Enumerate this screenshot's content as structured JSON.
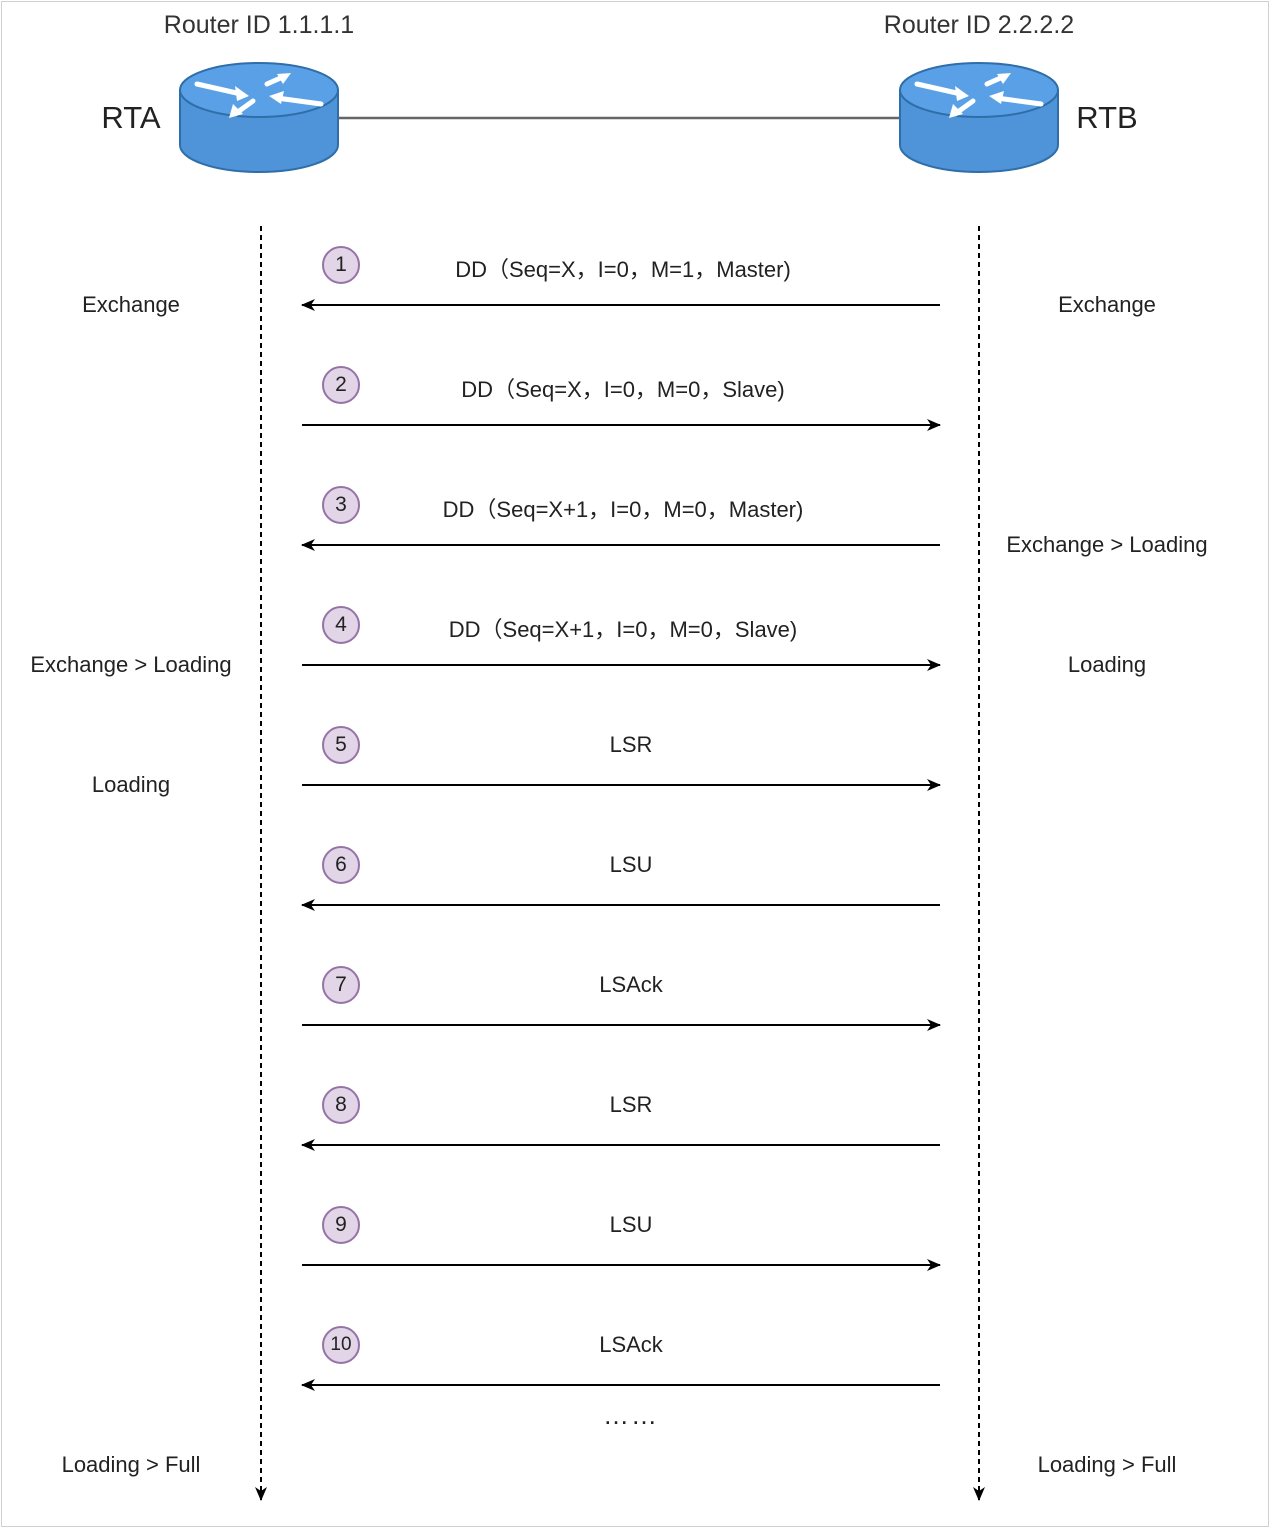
{
  "routers": {
    "left": {
      "id_label": "Router ID 1.1.1.1",
      "name": "RTA"
    },
    "right": {
      "id_label": "Router ID 2.2.2.2",
      "name": "RTB"
    }
  },
  "colors": {
    "router_fill": "#5b9bd5",
    "router_top": "#4a90d9",
    "router_stroke": "#2f6ea8",
    "step_fill": "#e1d5e7",
    "step_stroke": "#9673a6",
    "lines": "#000000"
  },
  "messages": [
    {
      "step": "1",
      "label": "DD（Seq=X，I=0，M=1，Master)",
      "direction": "to-left"
    },
    {
      "step": "2",
      "label": "DD（Seq=X，I=0，M=0，Slave)",
      "direction": "to-right"
    },
    {
      "step": "3",
      "label": "DD（Seq=X+1，I=0，M=0，Master)",
      "direction": "to-left"
    },
    {
      "step": "4",
      "label": "DD（Seq=X+1，I=0，M=0，Slave)",
      "direction": "to-right"
    },
    {
      "step": "5",
      "label": "LSR",
      "direction": "to-right"
    },
    {
      "step": "6",
      "label": "LSU",
      "direction": "to-left"
    },
    {
      "step": "7",
      "label": "LSAck",
      "direction": "to-right"
    },
    {
      "step": "8",
      "label": "LSR",
      "direction": "to-left"
    },
    {
      "step": "9",
      "label": "LSU",
      "direction": "to-right"
    },
    {
      "step": "10",
      "label": "LSAck",
      "direction": "to-left"
    }
  ],
  "continuation": "……",
  "states": {
    "left": {
      "s1": "Exchange",
      "s2": "Exchange > Loading",
      "s3": "Loading",
      "s4": "Loading > Full"
    },
    "right": {
      "s1": "Exchange",
      "s2": "Exchange > Loading",
      "s3": "Loading",
      "s4": "Loading > Full"
    }
  }
}
